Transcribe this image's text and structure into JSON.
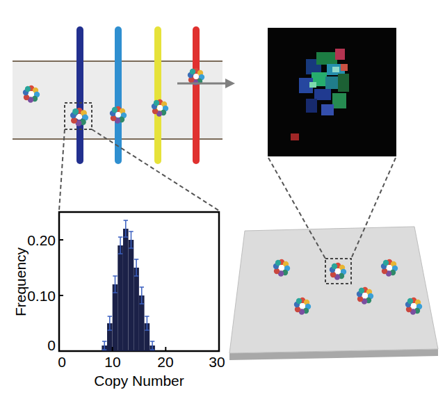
{
  "diagram": {
    "labels": [
      "Frequency",
      "0.20",
      "0.10",
      "0",
      "0",
      "10",
      "20",
      "30",
      "Copy Number"
    ]
  }
}
